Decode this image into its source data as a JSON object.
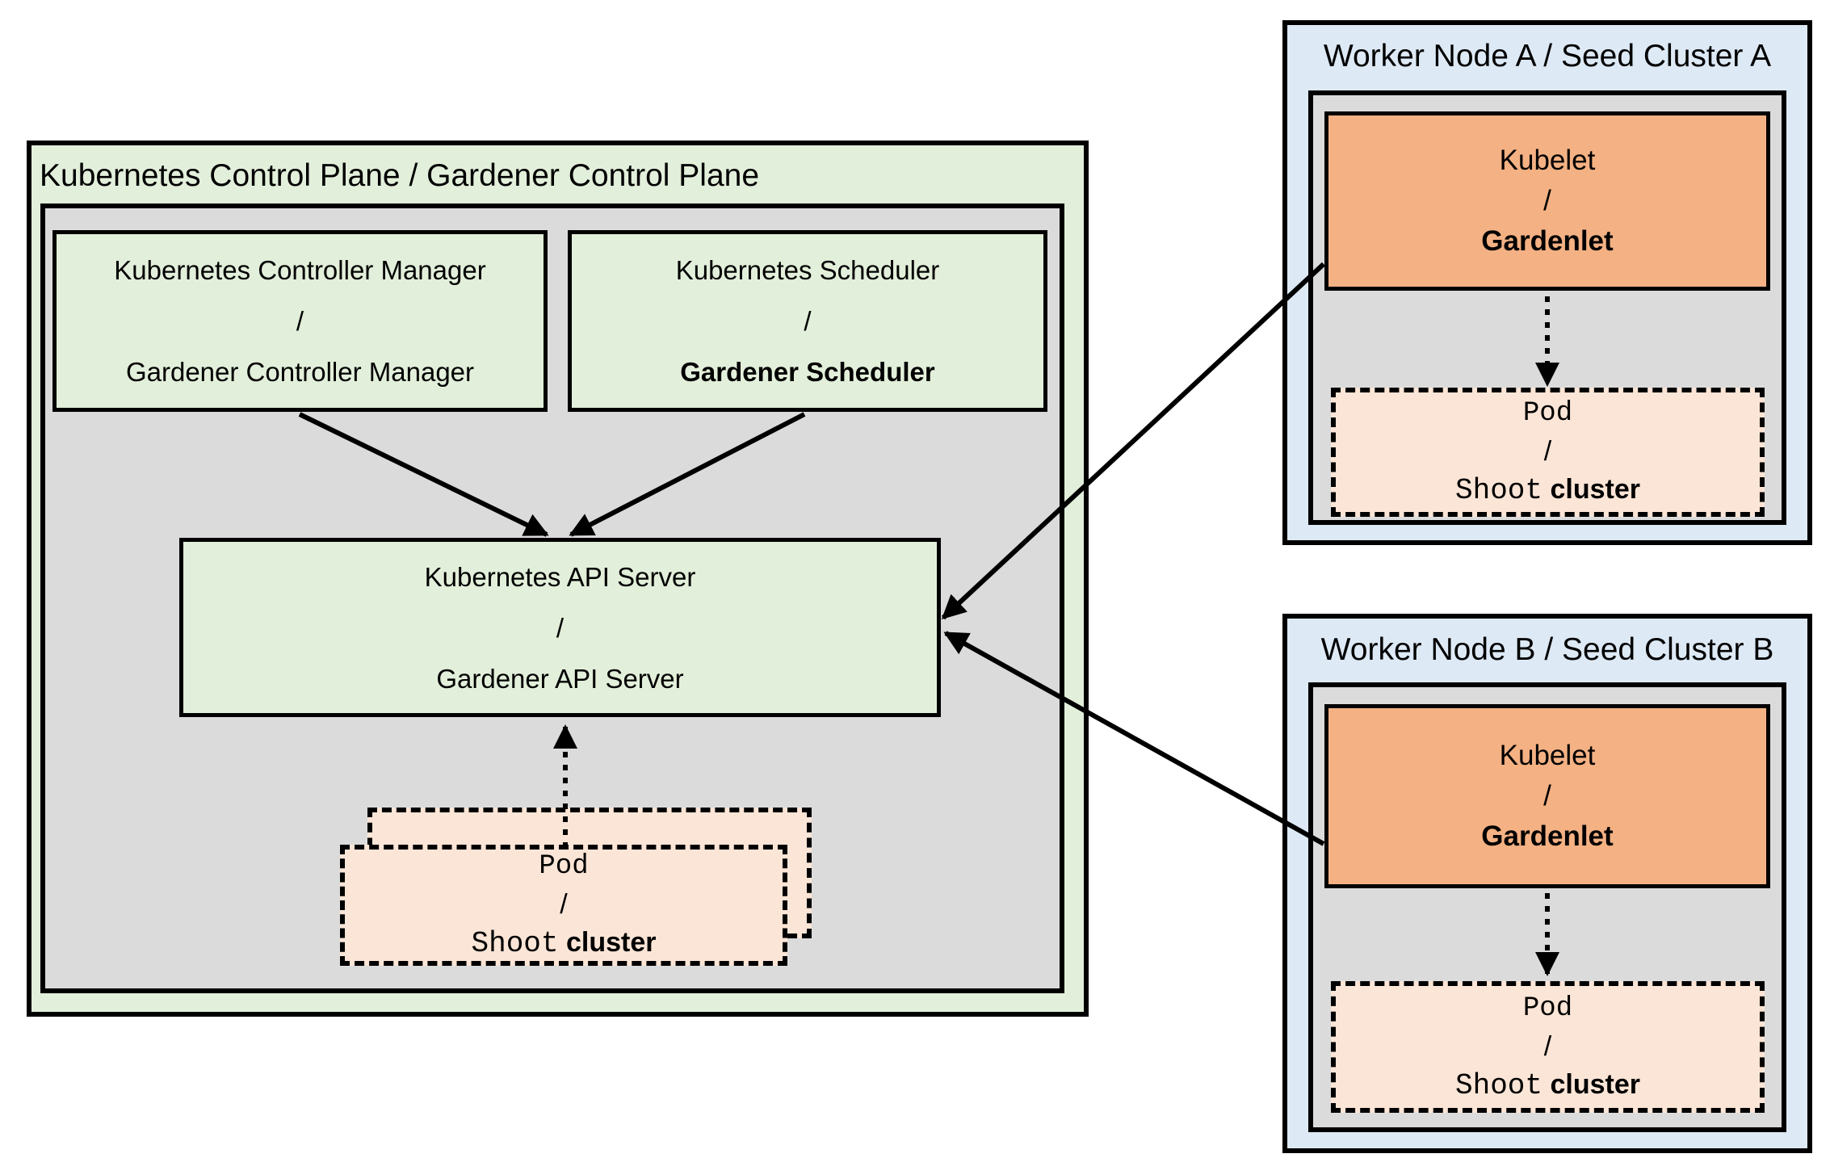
{
  "control_plane": {
    "title": "Kubernetes Control Plane / Gardener Control Plane",
    "controller_manager": {
      "line1": "Kubernetes Controller Manager",
      "slash": "/",
      "line2": "Gardener Controller Manager"
    },
    "scheduler": {
      "line1": "Kubernetes Scheduler",
      "slash": "/",
      "line2": "Gardener Scheduler"
    },
    "api_server": {
      "line1": "Kubernetes API Server",
      "slash": "/",
      "line2": "Gardener API Server"
    },
    "pod_stack": {
      "line1": "Pod",
      "slash": "/",
      "line2_mono": "Shoot",
      "line2_bold": "cluster"
    }
  },
  "worker_node_a": {
    "title": "Worker Node A / Seed Cluster A",
    "kubelet": {
      "line1": "Kubelet",
      "slash": "/",
      "line2": "Gardenlet"
    },
    "pod": {
      "line1": "Pod",
      "slash": "/",
      "line2_mono": "Shoot",
      "line2_bold": "cluster"
    }
  },
  "worker_node_b": {
    "title": "Worker Node B / Seed Cluster B",
    "kubelet": {
      "line1": "Kubelet",
      "slash": "/",
      "line2": "Gardenlet"
    },
    "pod": {
      "line1": "Pod",
      "slash": "/",
      "line2_mono": "Shoot",
      "line2_bold": "cluster"
    }
  },
  "colors": {
    "light_green": "#e2efda",
    "light_gray": "#dbdbdb",
    "light_blue": "#dde9f5",
    "orange": "#f4b183",
    "peach": "#fbe5d6",
    "line": "#000000"
  }
}
